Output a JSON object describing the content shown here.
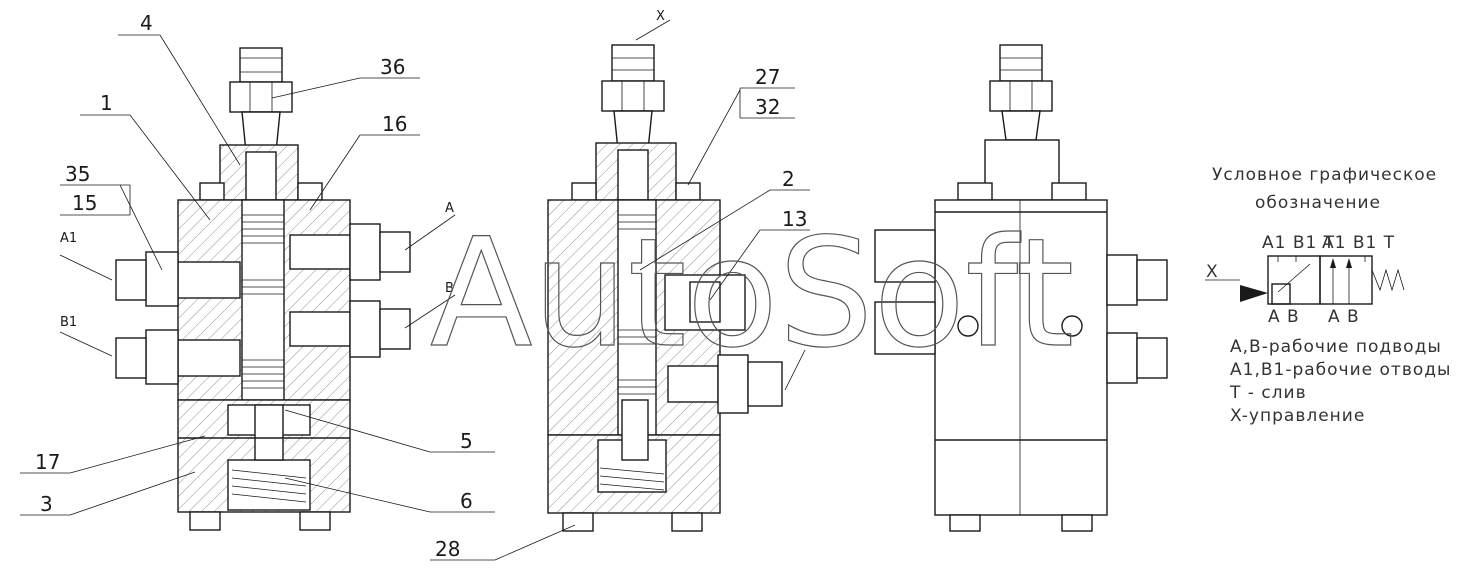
{
  "callouts": {
    "c4": "4",
    "c36": "36",
    "c1": "1",
    "c16": "16",
    "c35": "35",
    "c15": "15",
    "c17": "17",
    "c3": "3",
    "c5": "5",
    "c6": "6",
    "c27": "27",
    "c32": "32",
    "c2": "2",
    "c13": "13",
    "c28": "28"
  },
  "ports": {
    "a": "A",
    "b": "B",
    "a1": "A1",
    "b1": "B1",
    "x": "X"
  },
  "legend": {
    "title_line1": "Условное графическое",
    "title_line2": "обозначение",
    "top_ports_1": "A1 B1 T",
    "top_ports_2": "A1 B1 T",
    "bottom_ports_1": "A B",
    "bottom_ports_2": "A B",
    "control": "X",
    "line_ab": "A,B-рабочие подводы",
    "line_a1b1": "A1,B1-рабочие отводы",
    "line_t": "T - слив",
    "line_x": "X-управление"
  },
  "watermark": "AutoSoft"
}
